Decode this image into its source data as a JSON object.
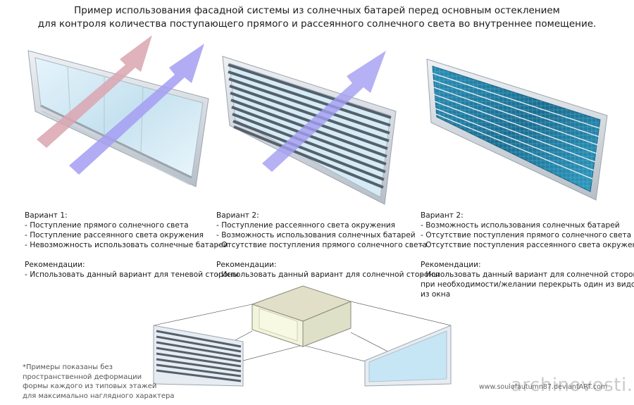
{
  "title": {
    "line1": "Пример использования фасадной системы из солнечных батарей перед основным остеклением",
    "line2": "для контроля количества поступающего прямого и рассеянного солнечного света во внутреннее помещение."
  },
  "variants": [
    {
      "heading": "Вариант 1:",
      "items": [
        "- Поступление прямого солнечного света",
        "- Поступление рассеянного света окружения",
        "- Невозможность использовать солнечные батареи"
      ],
      "rec_heading": "Рекомендации:",
      "rec_lines": [
        "- Использовать данный вариант для теневой стороны"
      ]
    },
    {
      "heading": "Вариант 2:",
      "items": [
        "- Поступление рассеянного света окружения",
        "- Возможность использования солнечных батарей",
        "- Отсутствие поступления прямого солнечного света"
      ],
      "rec_heading": "Рекомендации:",
      "rec_lines": [
        "- Использовать данный вариант для солнечной стороны"
      ]
    },
    {
      "heading": "Вариант 2:",
      "items": [
        "- Возможность использования солнечных батарей",
        "- Отсутствие поступления прямого солнечного света",
        "- Отсутствие поступления рассеянного света окружения"
      ],
      "rec_heading": "Рекомендации:",
      "rec_lines": [
        "- Использовать данный вариант для солнечной стороны",
        "при необходимости/желании перекрыть один из видов",
        "из окна"
      ]
    }
  ],
  "footnote": [
    "*Примеры показаны без",
    "пространственной деформации",
    "формы каждого из типовых этажей",
    "для максимально наглядного характера"
  ],
  "credit": "www.soulofautumn87.deviantART.com",
  "watermark": "archinovosti.ru",
  "colors": {
    "sun_direct_arrow": "#d9a4b0",
    "sun_diffuse_arrow": "#a49ef2",
    "glass": "#cfe8f4",
    "frame": "#c9d0d8",
    "louver": "#55606c",
    "solar_panel": "#1f6f93"
  }
}
